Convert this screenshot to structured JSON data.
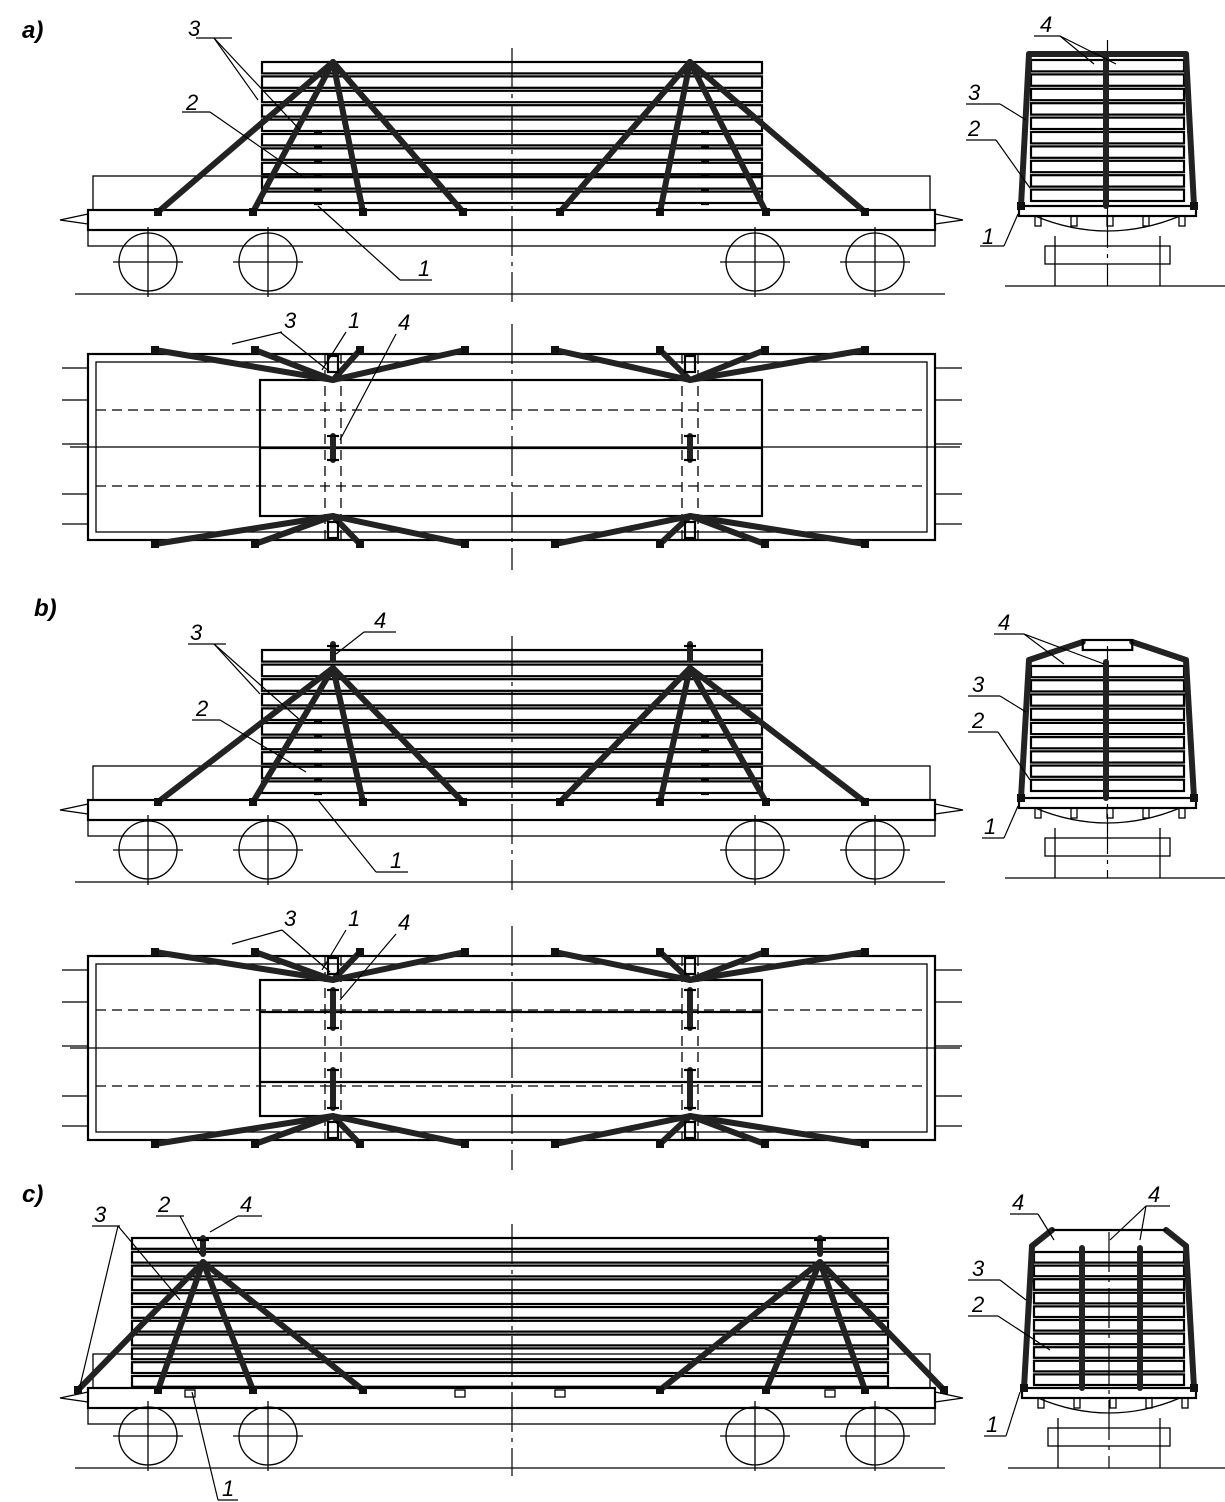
{
  "panels": [
    "a)",
    "b)",
    "c)"
  ],
  "callouts": {
    "a_side": [
      "3",
      "2",
      "1"
    ],
    "a_end": [
      "4",
      "3",
      "2",
      "1"
    ],
    "a_plan": [
      "3",
      "1",
      "4"
    ],
    "b_side": [
      "3",
      "4",
      "2",
      "1"
    ],
    "b_end": [
      "4",
      "3",
      "2",
      "1"
    ],
    "b_plan": [
      "3",
      "1",
      "4"
    ],
    "c_side": [
      "3",
      "2",
      "4",
      "1"
    ],
    "c_end": [
      "4",
      "4",
      "3",
      "2",
      "1"
    ]
  }
}
